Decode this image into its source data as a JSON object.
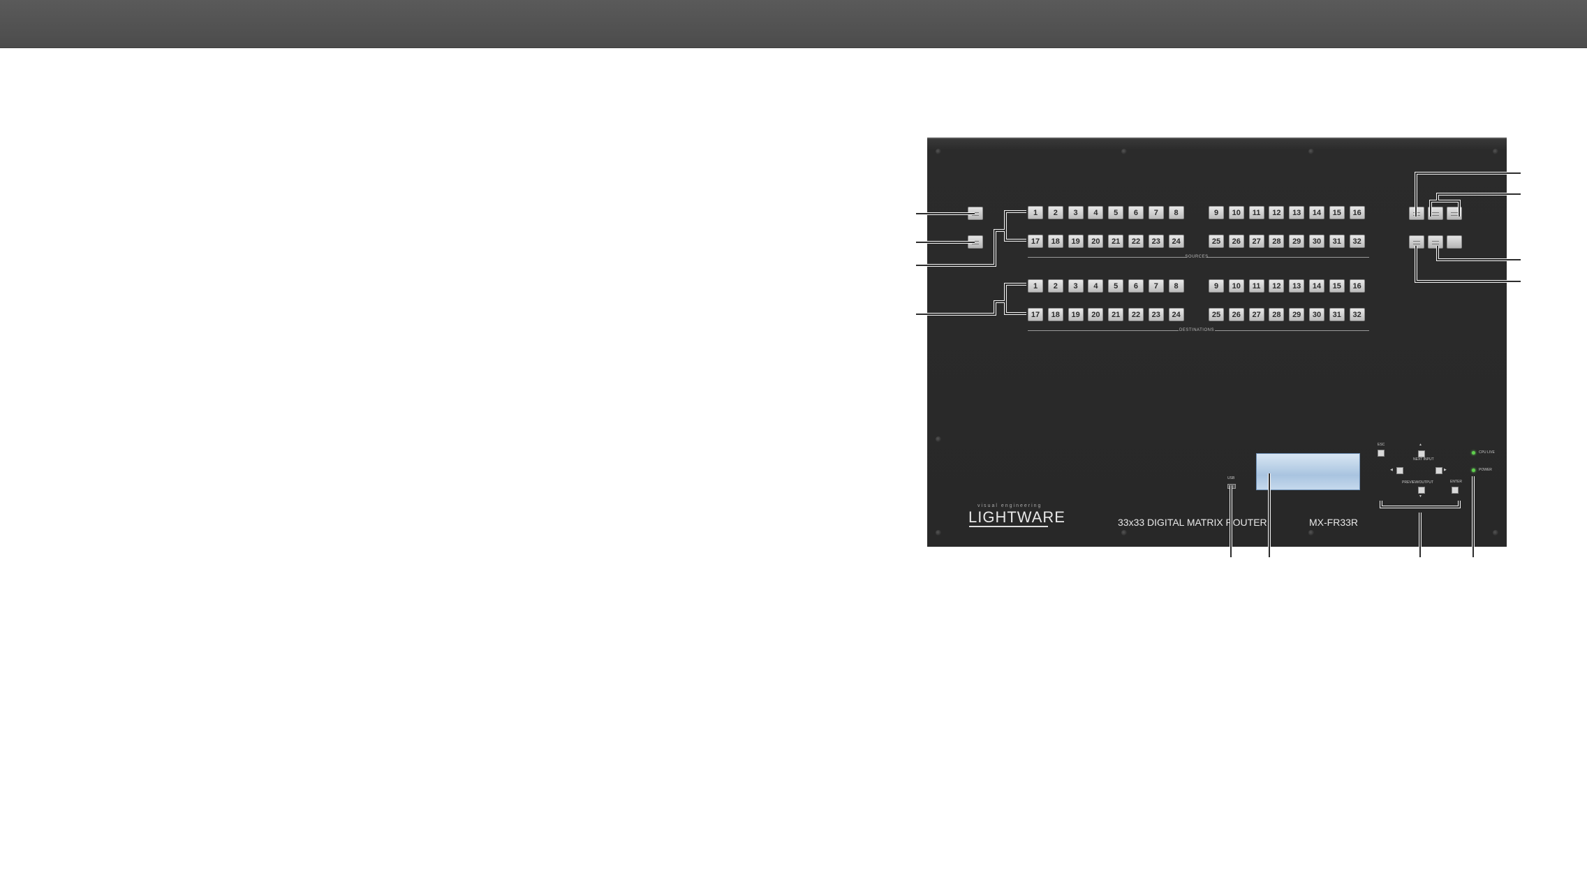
{
  "panel": {
    "sources_caption": "SOURCES",
    "destinations_caption": "DESTINATIONS",
    "source_keys_left_top": [
      "1",
      "2",
      "3",
      "4",
      "5",
      "6",
      "7",
      "8"
    ],
    "source_keys_right_top": [
      "9",
      "10",
      "11",
      "12",
      "13",
      "14",
      "15",
      "16"
    ],
    "source_keys_left_bottom": [
      "17",
      "18",
      "19",
      "20",
      "21",
      "22",
      "23",
      "24"
    ],
    "source_keys_right_bottom": [
      "25",
      "26",
      "27",
      "28",
      "29",
      "30",
      "31",
      "32"
    ],
    "dest_keys_left_top": [
      "1",
      "2",
      "3",
      "4",
      "5",
      "6",
      "7",
      "8"
    ],
    "dest_keys_right_top": [
      "9",
      "10",
      "11",
      "12",
      "13",
      "14",
      "15",
      "16"
    ],
    "dest_keys_left_bottom": [
      "17",
      "18",
      "19",
      "20",
      "21",
      "22",
      "23",
      "24"
    ],
    "dest_keys_right_bottom": [
      "25",
      "26",
      "27",
      "28",
      "29",
      "30",
      "31",
      "32"
    ],
    "esc_label": "ESC",
    "enter_label": "ENTER",
    "preview_output_label": "PREVIEW/OUTPUT",
    "next_input_label": "NEXT INPUT",
    "cpu_live_label": "CPU LIVE",
    "power_label": "POWER",
    "usb_label": "USB",
    "brand_tagline": "visual engineering",
    "brand_name": "LIGHTWARE",
    "router_title": "33x33 DIGITAL MATRIX ROUTER",
    "model_name": "MX-FR33R",
    "colors": {
      "panel": "#282828",
      "topbar": "#555555",
      "lcd": "#b7cfe8",
      "led": "#5fcf4d"
    }
  }
}
